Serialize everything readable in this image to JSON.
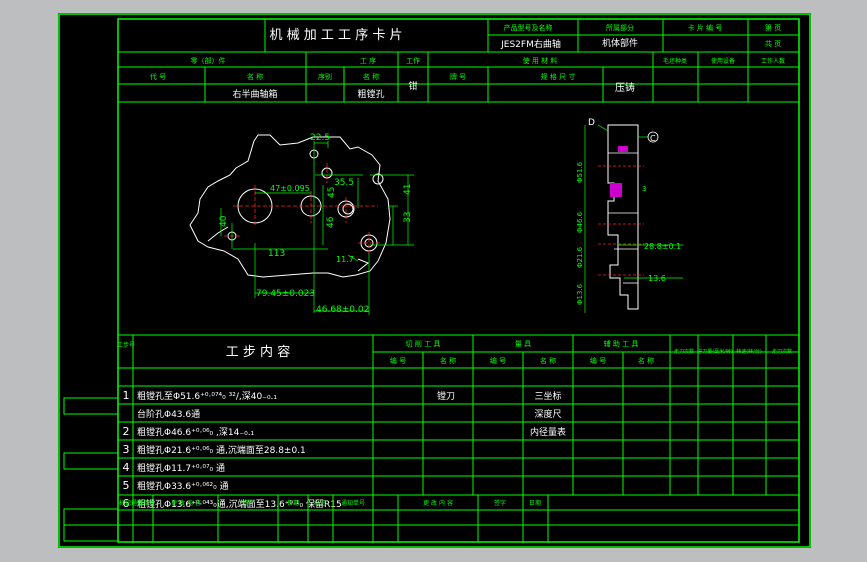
{
  "header": {
    "title": "机 械 加 工 工 序 卡 片",
    "product_model_label": "产品型号及名称",
    "product_model": "JES2FM右曲轴",
    "part_name_label": "所属部分",
    "part_name": "机体部件",
    "card_no_label": "卡 片 编 号",
    "page_label": "第 页",
    "total_label": "共 页",
    "part_label": "零（部）件",
    "process_label": "工 序",
    "work_label": "工作",
    "material_label": "使 用 材 料",
    "code_label": "代 号",
    "name_label": "名 称",
    "seq_label": "序别",
    "proc_name_label": "名 称",
    "grade_label": "牌 号",
    "size_label": "规 格 尺 寸",
    "blank_label": "毛坯种类",
    "equip_label": "使用设备",
    "workers_label": "工作人数",
    "part_value": "右半曲轴箱",
    "process_value": "粗镗孔",
    "work_value": "钳",
    "blank_value": "压铸"
  },
  "steps_header": {
    "step_no": "工步号",
    "content": "工 步 内 容",
    "cutting_tools": "切 削 工 具",
    "measuring": "量 具",
    "aux_tools": "辅 助 工 具",
    "code": "编 号",
    "name": "名 称",
    "feed_times": "走刀次数",
    "feed_amount": "进刀量(毫米/转)",
    "speed": "转速(转/分)",
    "cut_times": "走刀次数"
  },
  "steps": [
    {
      "no": "1",
      "content": "粗镗孔至Φ51.6⁺⁰·⁰⁷⁴₀ ³²/,深40₋₀.₁",
      "tool": "镗刀",
      "measure": "三坐标"
    },
    {
      "no": "",
      "content": "台阶孔Φ43.6通",
      "tool": "",
      "measure": "深度尺"
    },
    {
      "no": "2",
      "content": "粗镗孔Φ46.6⁺⁰·⁰⁶₀ ,深14₋₀.₁",
      "tool": "",
      "measure": "内径量表"
    },
    {
      "no": "3",
      "content": "粗镗孔Φ21.6⁺⁰·⁰⁶₀ 通,沉端面至28.8±0.1",
      "tool": "",
      "measure": ""
    },
    {
      "no": "4",
      "content": "粗镗孔Φ11.7⁺⁰·⁰⁷₀ 通",
      "tool": "",
      "measure": ""
    },
    {
      "no": "5",
      "content": "粗镗孔Φ33.6⁺⁰·⁰⁶²₀ 通",
      "tool": "",
      "measure": ""
    },
    {
      "no": "6",
      "content": "粗镗孔Φ13.6⁺⁰·⁰⁴³₀通,沉端面至13.6⁺⁰·¹₀ 保留R15",
      "tool": "",
      "measure": ""
    }
  ],
  "footer": {
    "mark": "标记",
    "change_no": "通知单号",
    "change_content": "更 改 内 容",
    "sign": "签字",
    "date": "日期"
  },
  "drawing_left": {
    "dims": [
      "22.5",
      "35.5",
      "41",
      "47±0.095",
      "45",
      "46",
      "40",
      "113",
      "33",
      "11.7",
      "79.45±0.023",
      "46.68±0.02"
    ]
  },
  "drawing_right": {
    "label_d": "D",
    "label_c": "C",
    "dims": [
      "Φ51.6",
      "Φ46.6",
      "Φ21.6",
      "Φ13.6",
      "3",
      "28.8±0.1",
      "13.6"
    ]
  },
  "colors": {
    "frame": "#00ff00",
    "background": "#000000",
    "text": "#ffffff",
    "hatch": "#ff00ff"
  }
}
